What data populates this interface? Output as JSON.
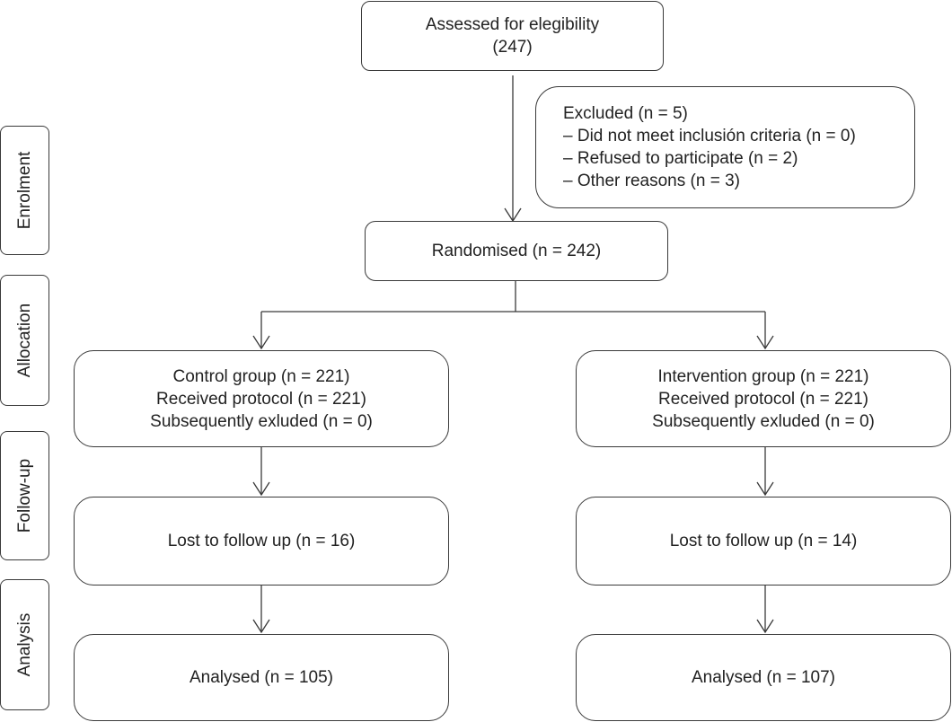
{
  "stages": {
    "enrolment": "Enrolment",
    "allocation": "Allocation",
    "follow_up": "Follow-up",
    "analysis": "Analysis"
  },
  "assessed": {
    "line1": "Assessed for elegibility",
    "line2": "(247)"
  },
  "excluded": {
    "title": "Excluded (n = 5)",
    "items": [
      "– Did not meet inclusión criteria (n = 0)",
      "– Refused to participate (n = 2)",
      "– Other reasons (n = 3)"
    ]
  },
  "randomised": "Randomised (n = 242)",
  "control": {
    "group": "Control group (n = 221)",
    "received": "Received protocol (n = 221)",
    "excluded": "Subsequently exluded (n = 0)",
    "lost": "Lost to follow up (n = 16)",
    "analysed": "Analysed (n = 105)"
  },
  "intervention": {
    "group": "Intervention group (n = 221)",
    "received": "Received protocol  (n = 221)",
    "excluded": "Subsequently exluded (n = 0)",
    "lost": "Lost to follow up (n = 14)",
    "analysed": "Analysed (n = 107)"
  },
  "colors": {
    "line": "#3a3a3a",
    "text": "#222222",
    "background": "#ffffff"
  }
}
